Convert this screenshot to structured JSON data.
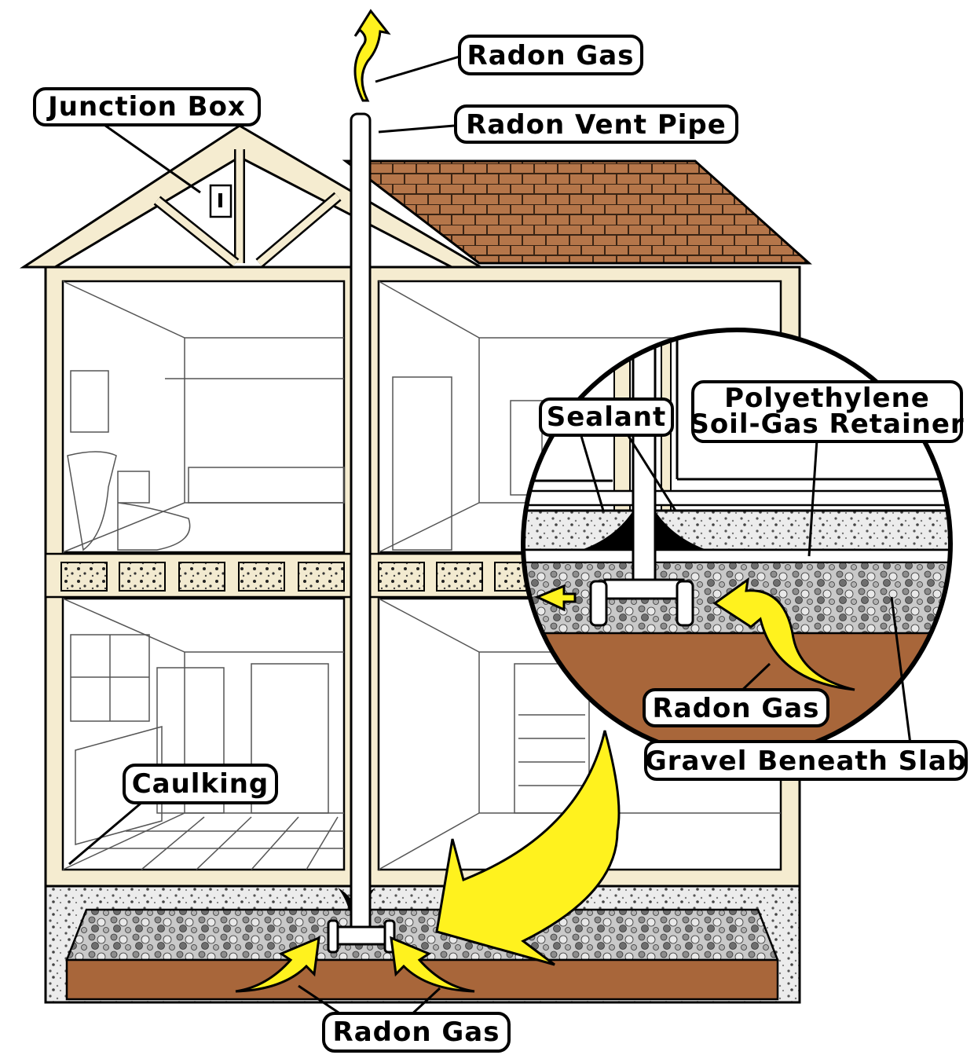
{
  "labels": {
    "radon_gas_top": "Radon Gas",
    "junction_box": "Junction Box",
    "radon_vent_pipe": "Radon Vent Pipe",
    "sealant": "Sealant",
    "polyethylene_line1": "Polyethylene",
    "polyethylene_line2": "Soil-Gas Retainer",
    "radon_gas_inset": "Radon Gas",
    "gravel_beneath_slab": "Gravel Beneath Slab",
    "caulking": "Caulking",
    "radon_gas_bottom": "Radon Gas"
  },
  "colors": {
    "shingles": "#b5764a",
    "soil": "#a8663a",
    "gravel": "#8a8a8a",
    "frame": "#f5ecd0",
    "arrow_yellow": "#fff21e"
  }
}
